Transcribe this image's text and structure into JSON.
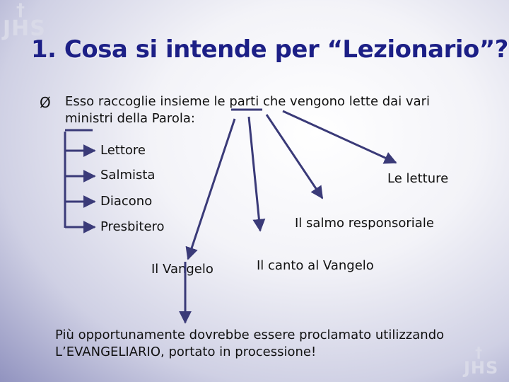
{
  "logo": {
    "cross": "†",
    "text": "JHS"
  },
  "title": "1. Cosa si intende per “Lezionario”?",
  "bullet_symbol": "Ø",
  "intro": {
    "line1": "Esso raccoglie insieme le parti che vengono lette dai vari",
    "line2": "ministri della Parola:"
  },
  "ministers": [
    "Lettore",
    "Salmista",
    "Diacono",
    "Presbitero"
  ],
  "parts": {
    "vangelo": "Il Vangelo",
    "letture": "Le letture",
    "salmo": "Il salmo responsoriale",
    "canto": "Il canto al Vangelo"
  },
  "footer": {
    "line1": "Più opportunamente dovrebbe essere proclamato utilizzando",
    "line2": "L’EVANGELIARIO, portato in processione!"
  },
  "colors": {
    "title": "#1c1f86",
    "arrows": "#3a3a78"
  }
}
